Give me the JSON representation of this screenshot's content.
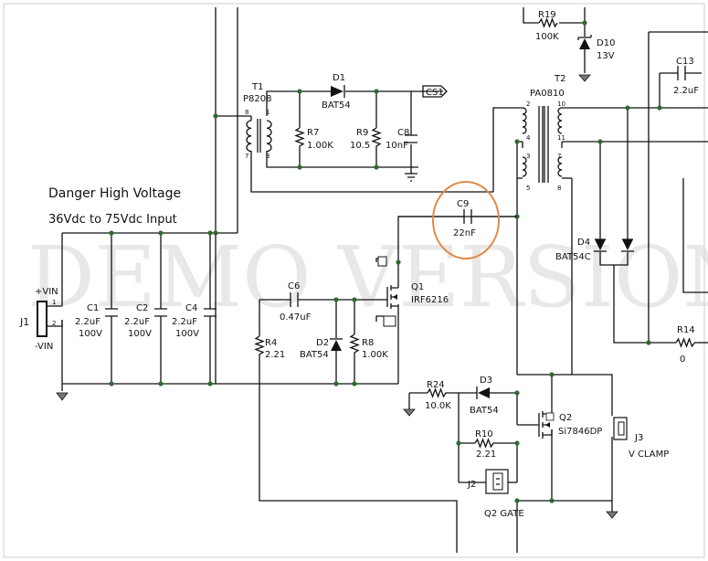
{
  "title_line1": "Danger High Voltage",
  "title_line2": "36Vdc to 75Vdc Input",
  "watermark": "DEMO VERSION",
  "input_pins": {
    "plus": "+VIN",
    "minus": "-VIN",
    "pin1": "1",
    "pin2": "2"
  },
  "components": {
    "J1": {
      "ref": "J1"
    },
    "C1": {
      "ref": "C1",
      "value": "2.2uF",
      "rating": "100V"
    },
    "C2": {
      "ref": "C2",
      "value": "2.2uF",
      "rating": "100V"
    },
    "C4": {
      "ref": "C4",
      "value": "2.2uF",
      "rating": "100V"
    },
    "T1": {
      "ref": "T1",
      "part": "P8208",
      "pins": [
        "8",
        "1",
        "7",
        "3"
      ]
    },
    "D1": {
      "ref": "D1",
      "part": "BAT54"
    },
    "R7": {
      "ref": "R7",
      "value": "1.00K"
    },
    "R9": {
      "ref": "R9",
      "value": "10.5"
    },
    "C8": {
      "ref": "C8",
      "value": "10nF"
    },
    "CS1": {
      "label": "CS1"
    },
    "C9": {
      "ref": "C9",
      "value": "22nF"
    },
    "C6": {
      "ref": "C6",
      "value": "0.47uF"
    },
    "Q1": {
      "ref": "Q1",
      "part": "IRF6216"
    },
    "R4": {
      "ref": "R4",
      "value": "2.21"
    },
    "D2": {
      "ref": "D2",
      "part": "BAT54"
    },
    "R8": {
      "ref": "R8",
      "value": "1.00K"
    },
    "R19": {
      "ref": "R19",
      "value": "100K"
    },
    "D10": {
      "ref": "D10",
      "value": "13V"
    },
    "T2": {
      "ref": "T2",
      "part": "PA0810",
      "pins": [
        "2",
        "10",
        "4",
        "11",
        "3",
        "7",
        "5",
        "8"
      ]
    },
    "C13": {
      "ref": "C13",
      "value": "2.2uF"
    },
    "D4": {
      "ref": "D4",
      "part": "BAT54C"
    },
    "R14": {
      "ref": "R14",
      "value": "0"
    },
    "R24": {
      "ref": "R24",
      "value": "10.0K"
    },
    "D3": {
      "ref": "D3",
      "part": "BAT54"
    },
    "R10": {
      "ref": "R10",
      "value": "2.21"
    },
    "Q2": {
      "ref": "Q2",
      "part": "Si7846DP"
    },
    "J2": {
      "ref": "J2",
      "label": "Q2 GATE"
    },
    "J3": {
      "ref": "J3",
      "label": "V CLAMP"
    }
  },
  "highlight": {
    "target": "C9",
    "color": "#e08a4a"
  },
  "colors": {
    "wire": "#111111",
    "junction": "#2f6b2f",
    "highlight": "#e08a4a"
  }
}
